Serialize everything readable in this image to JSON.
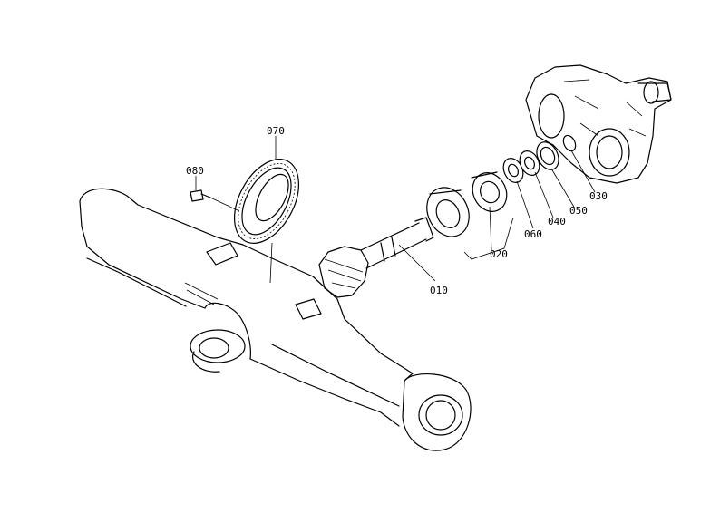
{
  "diagram": {
    "callouts": {
      "c010": "010",
      "c020": "020",
      "c030": "030",
      "c040": "040",
      "c050": "050",
      "c060": "060",
      "c070": "070",
      "c080": "080"
    }
  }
}
